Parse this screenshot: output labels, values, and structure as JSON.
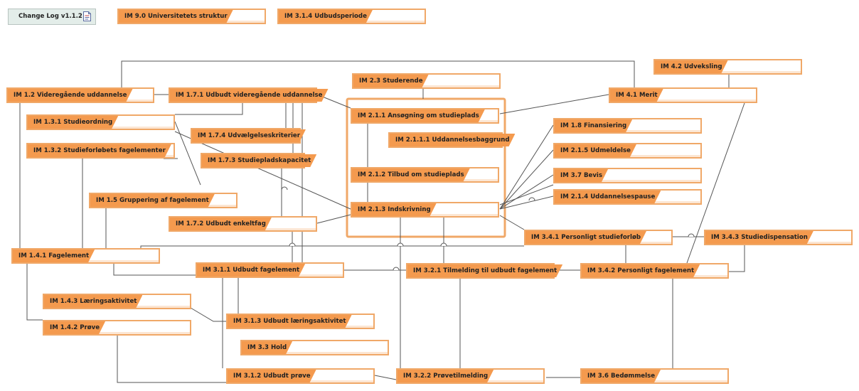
{
  "change_log": {
    "label": "Change Log v1.1.2",
    "icon": "document-icon"
  },
  "colors": {
    "accent": "#f49a4e",
    "border": "#f0a868",
    "line": "#555555",
    "changelog_bg": "#e3ede9"
  },
  "nodes": [
    {
      "id": "im90",
      "label": "IM 9.0 Universitetets struktur"
    },
    {
      "id": "im314",
      "label": "IM 3.1.4 Udbudsperiode"
    },
    {
      "id": "im42",
      "label": "IM 4.2 Udveksling"
    },
    {
      "id": "im23",
      "label": "IM 2.3 Studerende"
    },
    {
      "id": "im12",
      "label": "IM 1.2 Videregående uddannelse"
    },
    {
      "id": "im171",
      "label": "IM 1.7.1 Udbudt videregående uddannelse"
    },
    {
      "id": "im41",
      "label": "IM 4.1 Merit"
    },
    {
      "id": "im211",
      "label": "IM 2.1.1  Ansøgning om studieplads"
    },
    {
      "id": "im131",
      "label": "IM 1.3.1 Studieordning"
    },
    {
      "id": "im18",
      "label": "IM 1.8 Finansiering"
    },
    {
      "id": "im174",
      "label": "IM 1.7.4 Udvælgelseskriterier"
    },
    {
      "id": "im2111",
      "label": "IM 2.1.1.1 Uddannelsesbaggrund"
    },
    {
      "id": "im132",
      "label": "IM 1.3.2 Studieforløbets fagelementer"
    },
    {
      "id": "im215",
      "label": "IM 2.1.5 Udmeldelse"
    },
    {
      "id": "im173",
      "label": "IM 1.7.3 Studiepladskapacitet"
    },
    {
      "id": "im212",
      "label": "IM 2.1.2 Tilbud om studieplads"
    },
    {
      "id": "im37",
      "label": "IM 3.7 Bevis"
    },
    {
      "id": "im214",
      "label": "IM 2.1.4 Uddannelsespause"
    },
    {
      "id": "im15",
      "label": "IM 1.5 Gruppering af fagelement"
    },
    {
      "id": "im213",
      "label": "IM 2.1.3 Indskrivning"
    },
    {
      "id": "im172",
      "label": "IM 1.7.2 Udbudt enkeltfag"
    },
    {
      "id": "im341",
      "label": "IM 3.4.1 Personligt studieforløb"
    },
    {
      "id": "im343",
      "label": "IM 3.4.3 Studiedispensation"
    },
    {
      "id": "im141",
      "label": "IM 1.4.1 Fagelement"
    },
    {
      "id": "im311",
      "label": "IM 3.1.1 Udbudt fagelement"
    },
    {
      "id": "im321",
      "label": "IM 3.2.1 Tilmelding til udbudt fagelement"
    },
    {
      "id": "im342",
      "label": "IM 3.4.2 Personligt fagelement"
    },
    {
      "id": "im143",
      "label": "IM 1.4.3 Læringsaktivitet"
    },
    {
      "id": "im313",
      "label": "IM 3.1.3 Udbudt læringsaktivitet"
    },
    {
      "id": "im142",
      "label": "IM 1.4.2 Prøve"
    },
    {
      "id": "im33",
      "label": "IM 3.3 Hold"
    },
    {
      "id": "im312",
      "label": "IM 3.1.2 Udbudt prøve"
    },
    {
      "id": "im322",
      "label": "IM 3.2.2 Prøvetilmelding"
    },
    {
      "id": "im36",
      "label": "IM 3.6 Bedømmelse"
    }
  ]
}
